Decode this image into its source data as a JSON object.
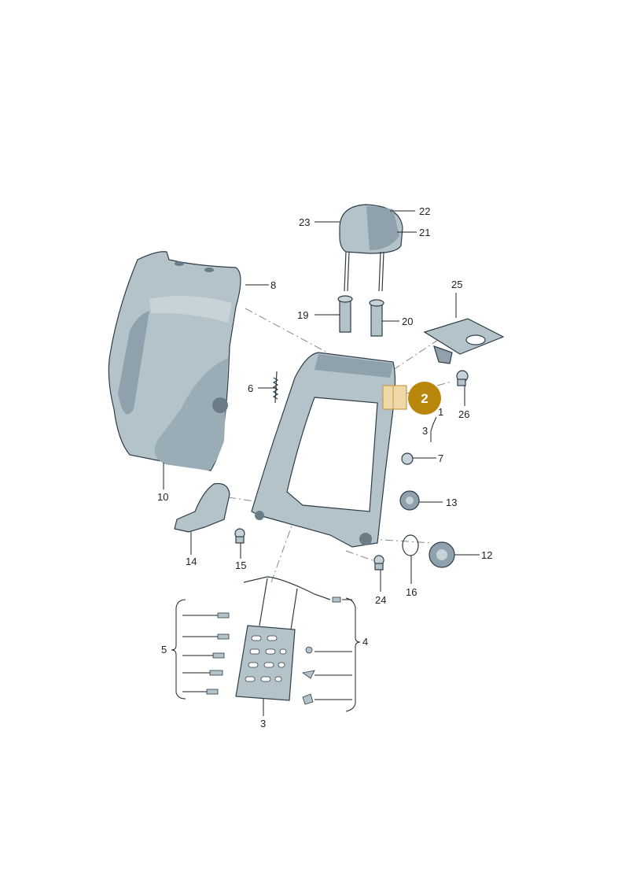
{
  "diagram": {
    "labels": {
      "l1": "1",
      "l2": "2",
      "l3a": "3",
      "l3b": "3",
      "l4": "4",
      "l5": "5",
      "l6": "6",
      "l7": "7",
      "l8": "8",
      "l10": "10",
      "l12": "12",
      "l13": "13",
      "l14": "14",
      "l15": "15",
      "l16": "16",
      "l19": "19",
      "l20": "20",
      "l21": "21",
      "l22": "22",
      "l23": "23",
      "l24": "24",
      "l25": "25",
      "l26": "26"
    },
    "highlight": {
      "label": "2",
      "color": "#b8860b"
    },
    "colors": {
      "part_fill": "#b4c2ca",
      "part_dark": "#7d8e98",
      "highlight_box": "#f0d9a8"
    }
  }
}
